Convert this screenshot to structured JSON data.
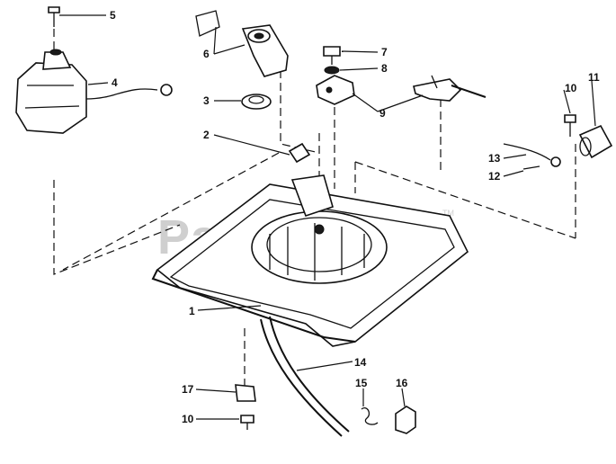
{
  "watermark": {
    "text": "PartsTree",
    "trademark": "TM"
  },
  "callouts": [
    {
      "id": "c1",
      "label": "1"
    },
    {
      "id": "c2",
      "label": "2"
    },
    {
      "id": "c3",
      "label": "3"
    },
    {
      "id": "c4",
      "label": "4"
    },
    {
      "id": "c5",
      "label": "5"
    },
    {
      "id": "c6",
      "label": "6"
    },
    {
      "id": "c7",
      "label": "7"
    },
    {
      "id": "c8",
      "label": "8"
    },
    {
      "id": "c9",
      "label": "9"
    },
    {
      "id": "c10a",
      "label": "10"
    },
    {
      "id": "c10b",
      "label": "10"
    },
    {
      "id": "c11",
      "label": "11"
    },
    {
      "id": "c12",
      "label": "12"
    },
    {
      "id": "c13",
      "label": "13"
    },
    {
      "id": "c14",
      "label": "14"
    },
    {
      "id": "c15",
      "label": "15"
    },
    {
      "id": "c16",
      "label": "16"
    },
    {
      "id": "c17",
      "label": "17"
    }
  ]
}
